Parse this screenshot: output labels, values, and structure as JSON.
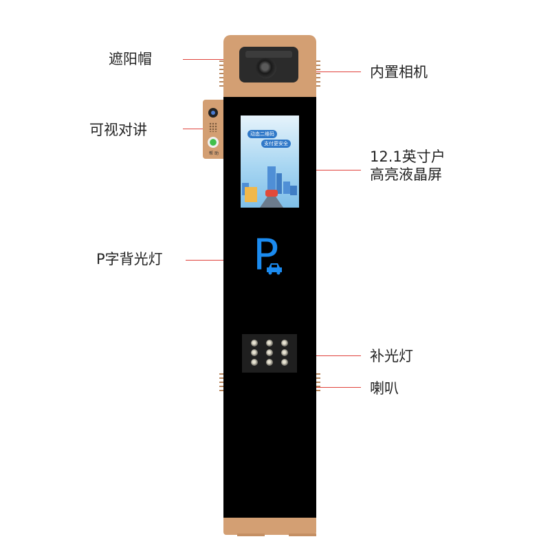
{
  "labels": {
    "sun_visor": "遮阳帽",
    "builtin_camera": "内置相机",
    "video_intercom": "可视对讲",
    "lcd_line1": "12.1英寸户",
    "lcd_line2": "高亮液晶屏",
    "p_backlight": "P字背光灯",
    "fill_light": "补光灯",
    "speaker": "喇叭"
  },
  "screen": {
    "tag1": "动态二维码",
    "tag2": "支付更安全"
  },
  "sign": {
    "letter": "P"
  },
  "intercom": {
    "button_text": "帮 助"
  },
  "colors": {
    "accent_gold": "#d39f73",
    "body_black": "#000000",
    "leader_red": "#e0413a",
    "sign_blue": "#1b8bf0"
  }
}
